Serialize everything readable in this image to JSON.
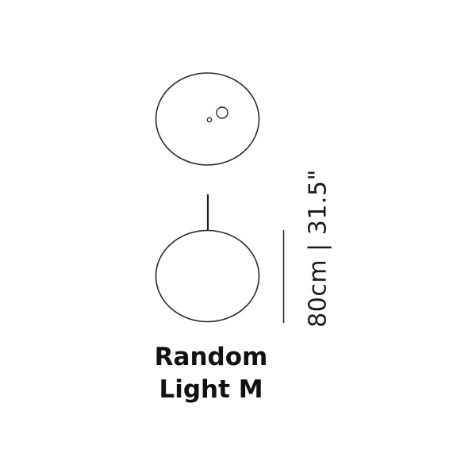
{
  "product": {
    "name_line1": "Random",
    "name_line2": "Light M"
  },
  "dimension": {
    "label": "80cm | 31.5\""
  },
  "views": {
    "top_view": "top-view-ellipse",
    "side_view": "side-view-pendant"
  },
  "colors": {
    "line": "#2a2a2a",
    "text": "#111111",
    "background": "#ffffff"
  }
}
